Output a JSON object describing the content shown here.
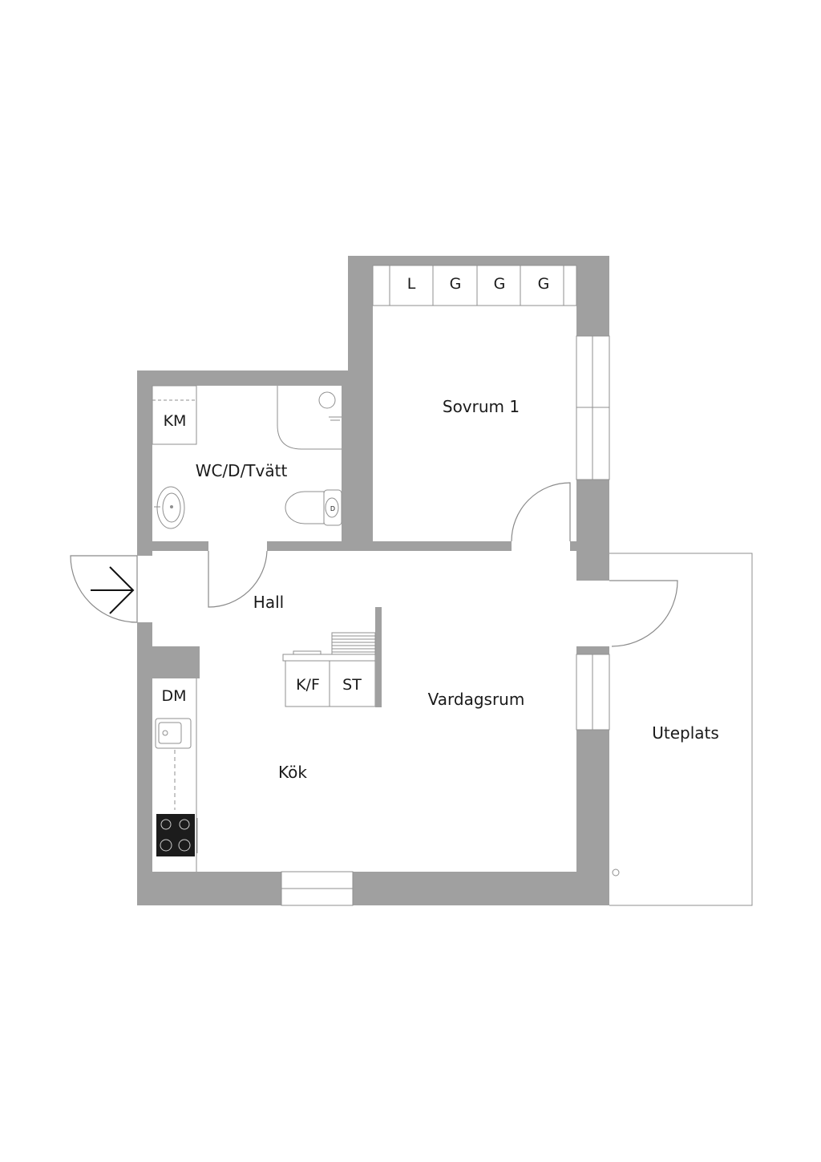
{
  "rooms": {
    "sovrum": "Sovrum 1",
    "wc": "WC/D/Tvätt",
    "hall": "Hall",
    "vardagsrum": "Vardagsrum",
    "kok": "Kök",
    "uteplats": "Uteplats"
  },
  "fixtures": {
    "closets": [
      "L",
      "G",
      "G",
      "G"
    ],
    "km": "KM",
    "kf": "K/F",
    "st": "ST",
    "dm": "DM",
    "toilet_mark": "D"
  },
  "colors": {
    "wall": "#a0a0a0",
    "line": "#8f8f8f",
    "text": "#1a1a1a"
  }
}
